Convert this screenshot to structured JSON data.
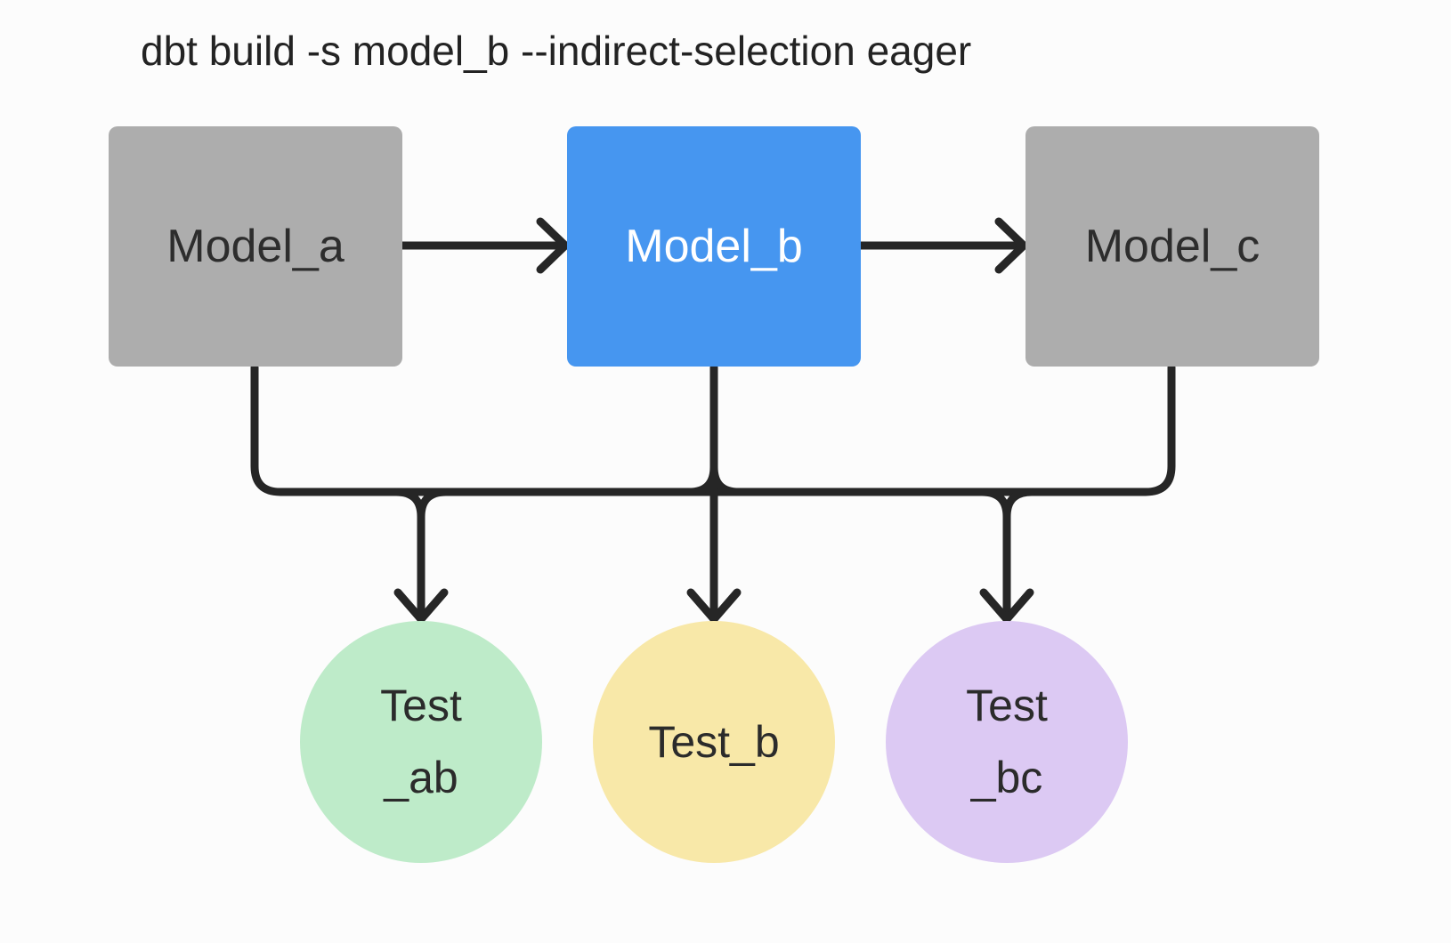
{
  "title": "dbt build -s model_b --indirect-selection eager",
  "colors": {
    "background": "#fcfcfc",
    "line": "#262626",
    "model_default_fill": "#adadad",
    "model_selected_fill": "#4696f0",
    "model_default_text": "#2d2d2d",
    "model_selected_text": "#ffffff",
    "test_ab_fill": "#beebc9",
    "test_b_fill": "#f8e8a8",
    "test_bc_fill": "#dcc9f3",
    "test_text": "#2b2b2b"
  },
  "nodes": {
    "model_a": {
      "label": "Model_a",
      "type": "model",
      "state": "default"
    },
    "model_b": {
      "label": "Model_b",
      "type": "model",
      "state": "selected"
    },
    "model_c": {
      "label": "Model_c",
      "type": "model",
      "state": "default"
    },
    "test_ab": {
      "label_lines": [
        "Test",
        "_ab"
      ],
      "type": "test"
    },
    "test_b": {
      "label_lines": [
        "Test_b"
      ],
      "type": "test"
    },
    "test_bc": {
      "label_lines": [
        "Test",
        "_bc"
      ],
      "type": "test"
    }
  },
  "edges": [
    {
      "from": "model_a",
      "to": "model_b"
    },
    {
      "from": "model_b",
      "to": "model_c"
    },
    {
      "from": "model_a",
      "to": "test_ab"
    },
    {
      "from": "model_b",
      "to": "test_ab"
    },
    {
      "from": "model_b",
      "to": "test_b"
    },
    {
      "from": "model_b",
      "to": "test_bc"
    },
    {
      "from": "model_c",
      "to": "test_bc"
    }
  ]
}
